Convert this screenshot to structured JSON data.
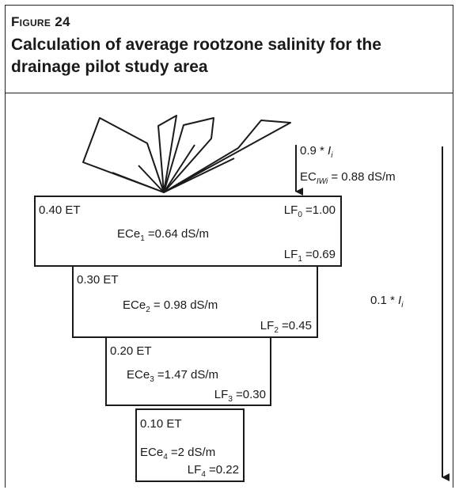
{
  "figure": {
    "label": "Figure 24",
    "title": "Calculation of average rootzone salinity for the drainage pilot study area"
  },
  "top_input": {
    "irrigation_prefix": "0.9 * ",
    "irrigation_symbol": "I",
    "irrigation_sub": "i",
    "ec_label": "EC",
    "ec_sub": "IWi",
    "ec_value": " = 0.88 dS/m"
  },
  "deep_percolation": {
    "prefix": "0.1 * ",
    "symbol": "I",
    "sub": "i"
  },
  "layers": [
    {
      "et": "0.40  ET",
      "lf0_base": "LF",
      "lf0_sub": "0",
      "lf0_val": " =1.00",
      "ece_base": "ECe",
      "ece_sub": "1",
      "ece_val": " =0.64  dS/m",
      "lf_base": "LF",
      "lf_sub": "1",
      "lf_val": " =0.69"
    },
    {
      "et": "0.30  ET",
      "ece_base": "ECe",
      "ece_sub": "2",
      "ece_val": " = 0.98  dS/m",
      "lf_base": "LF",
      "lf_sub": "2",
      "lf_val": " =0.45"
    },
    {
      "et": "0.20  ET",
      "ece_base": "ECe",
      "ece_sub": "3",
      "ece_val": " =1.47  dS/m",
      "lf_base": "LF",
      "lf_sub": "3",
      "lf_val": "  =0.30"
    },
    {
      "et": "0.10  ET",
      "ece_base": "ECe",
      "ece_sub": "4",
      "ece_val": " =2  dS/m",
      "lf_base": "LF",
      "lf_sub": "4",
      "lf_val": "  =0.22"
    }
  ]
}
